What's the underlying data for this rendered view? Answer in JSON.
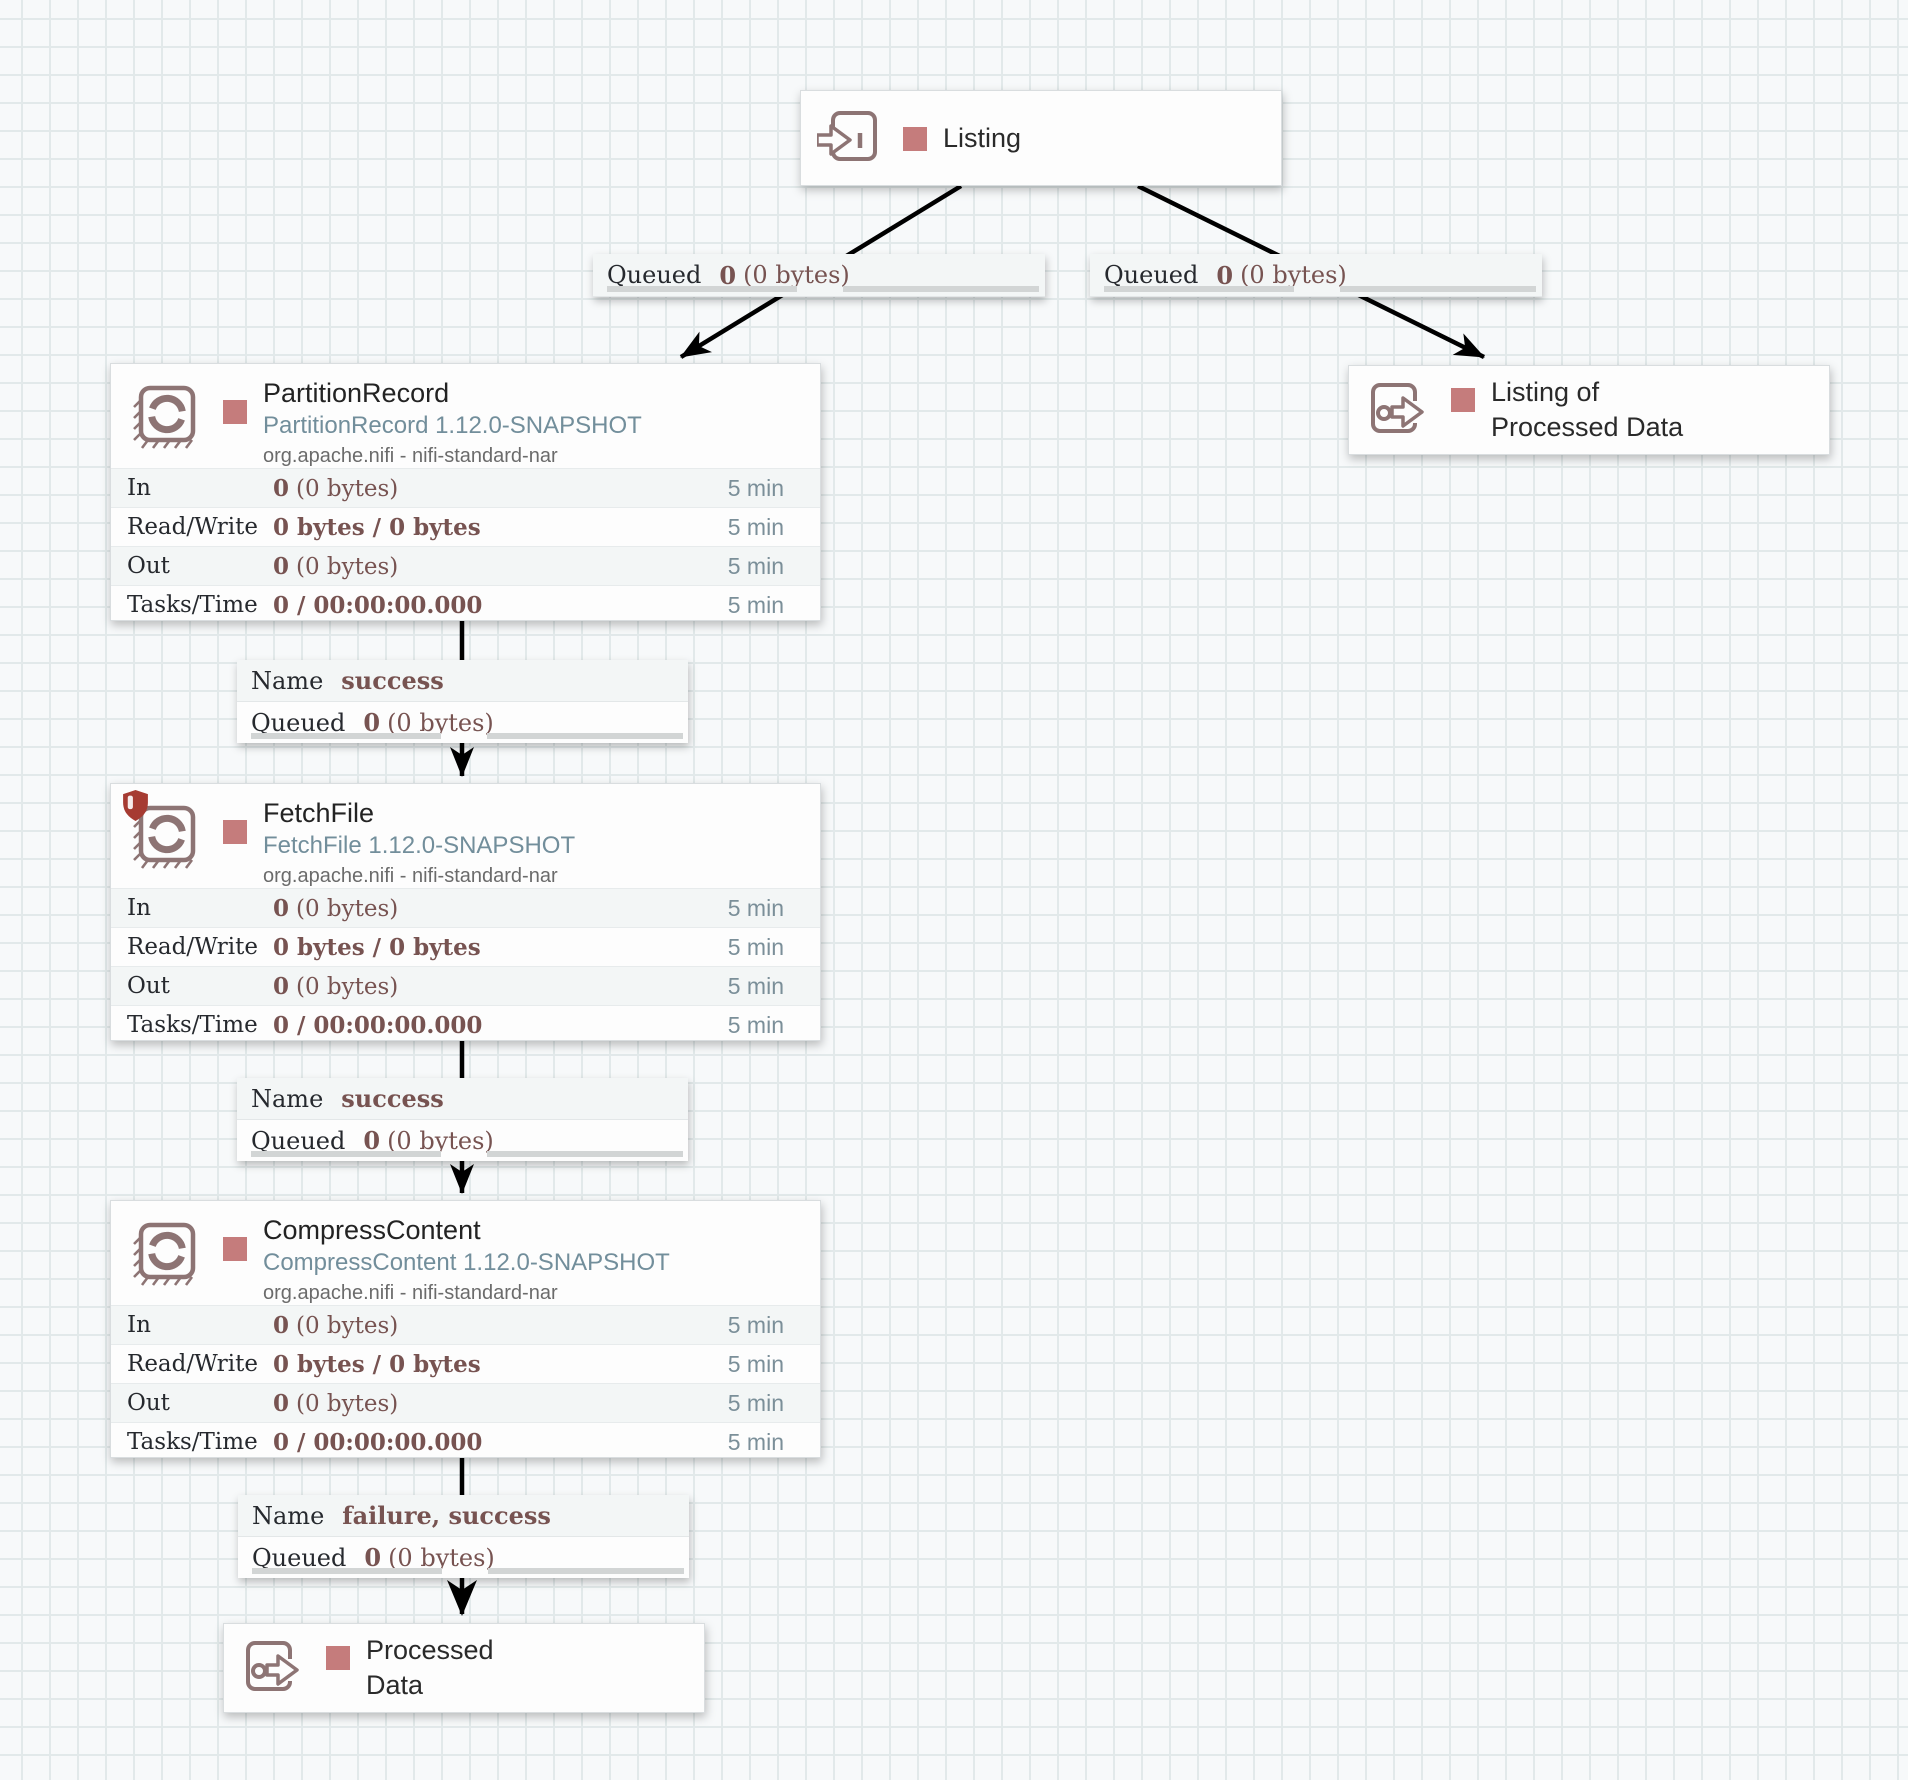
{
  "ports": {
    "listing": {
      "label": "Listing"
    },
    "listing_processed": {
      "line1": "Listing of",
      "line2": "Processed Data"
    },
    "processed": {
      "line1": "Processed",
      "line2": "Data"
    }
  },
  "processors": [
    {
      "title": "PartitionRecord",
      "subtitle": "PartitionRecord 1.12.0-SNAPSHOT",
      "bundle": "org.apache.nifi - nifi-standard-nar",
      "stats": [
        {
          "label": "In",
          "bold": "0",
          "rest": "(0 bytes)",
          "time": "5 min"
        },
        {
          "label": "Read/Write",
          "bold": "0 bytes / 0 bytes",
          "rest": "",
          "time": "5 min"
        },
        {
          "label": "Out",
          "bold": "0",
          "rest": "(0 bytes)",
          "time": "5 min"
        },
        {
          "label": "Tasks/Time",
          "bold": "0 / 00:00:00.000",
          "rest": "",
          "time": "5 min"
        }
      ]
    },
    {
      "title": "FetchFile",
      "subtitle": "FetchFile 1.12.0-SNAPSHOT",
      "bundle": "org.apache.nifi - nifi-standard-nar",
      "stats": [
        {
          "label": "In",
          "bold": "0",
          "rest": "(0 bytes)",
          "time": "5 min"
        },
        {
          "label": "Read/Write",
          "bold": "0 bytes / 0 bytes",
          "rest": "",
          "time": "5 min"
        },
        {
          "label": "Out",
          "bold": "0",
          "rest": "(0 bytes)",
          "time": "5 min"
        },
        {
          "label": "Tasks/Time",
          "bold": "0 / 00:00:00.000",
          "rest": "",
          "time": "5 min"
        }
      ]
    },
    {
      "title": "CompressContent",
      "subtitle": "CompressContent 1.12.0-SNAPSHOT",
      "bundle": "org.apache.nifi - nifi-standard-nar",
      "stats": [
        {
          "label": "In",
          "bold": "0",
          "rest": "(0 bytes)",
          "time": "5 min"
        },
        {
          "label": "Read/Write",
          "bold": "0 bytes / 0 bytes",
          "rest": "",
          "time": "5 min"
        },
        {
          "label": "Out",
          "bold": "0",
          "rest": "(0 bytes)",
          "time": "5 min"
        },
        {
          "label": "Tasks/Time",
          "bold": "0 / 00:00:00.000",
          "rest": "",
          "time": "5 min"
        }
      ]
    }
  ],
  "connections": {
    "queued_left": {
      "key": "Queued",
      "bold": "0",
      "rest": "(0 bytes)"
    },
    "queued_right": {
      "key": "Queued",
      "bold": "0",
      "rest": "(0 bytes)"
    },
    "success1": {
      "name_key": "Name",
      "name_val": "success",
      "q_key": "Queued",
      "q_bold": "0",
      "q_rest": "(0 bytes)"
    },
    "success2": {
      "name_key": "Name",
      "name_val": "success",
      "q_key": "Queued",
      "q_bold": "0",
      "q_rest": "(0 bytes)"
    },
    "failure": {
      "name_key": "Name",
      "name_val": "failure, success",
      "q_key": "Queued",
      "q_bold": "0",
      "q_rest": "(0 bytes)"
    }
  },
  "colors": {
    "accent_taupe": "#8d7474",
    "status_stopped": "#c57c7c",
    "restricted_shield": "#a63b32",
    "stat_value": "#775351",
    "subtitle_blue": "#728e9b"
  }
}
